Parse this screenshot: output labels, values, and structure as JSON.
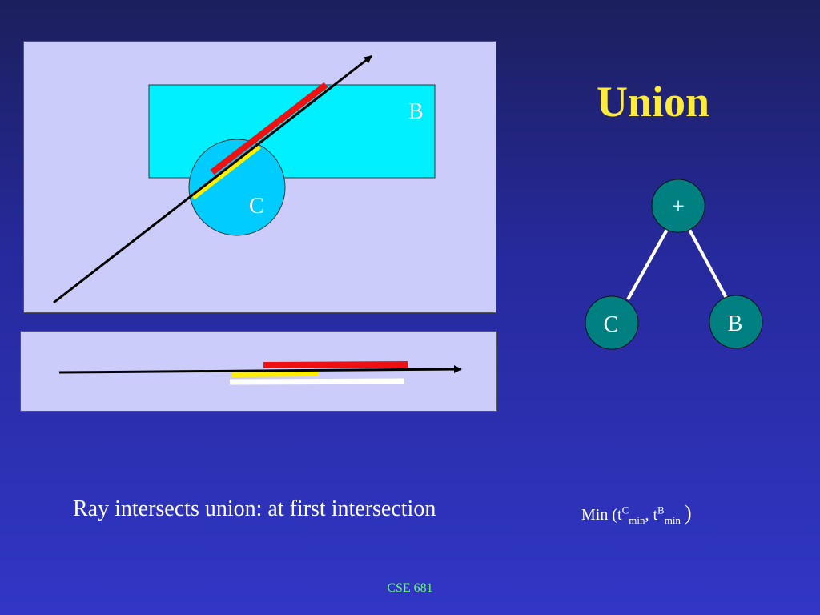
{
  "slide": {
    "title": "Union",
    "caption": "Ray intersects union: at first intersection",
    "footer": "CSE 681"
  },
  "formula": {
    "prefix": "Min (t",
    "sup1": "C",
    "sub1": "min",
    "mid": ", t",
    "sup2": "B",
    "sub2": "min",
    "suffix": ")"
  },
  "scene": {
    "rect_label": "B",
    "circle_label": "C",
    "colors": {
      "panel": "#ccccfb",
      "rect": "#00f0ff",
      "circle": "#00ccff",
      "ray": "#000000",
      "segment_rect": "#ee1111",
      "segment_circle": "#ffee00",
      "segment_union": "#ffffff"
    }
  },
  "tree": {
    "root_label": "+",
    "left_label": "C",
    "right_label": "B",
    "node_color": "#008080",
    "edge_color": "#ffffff"
  }
}
